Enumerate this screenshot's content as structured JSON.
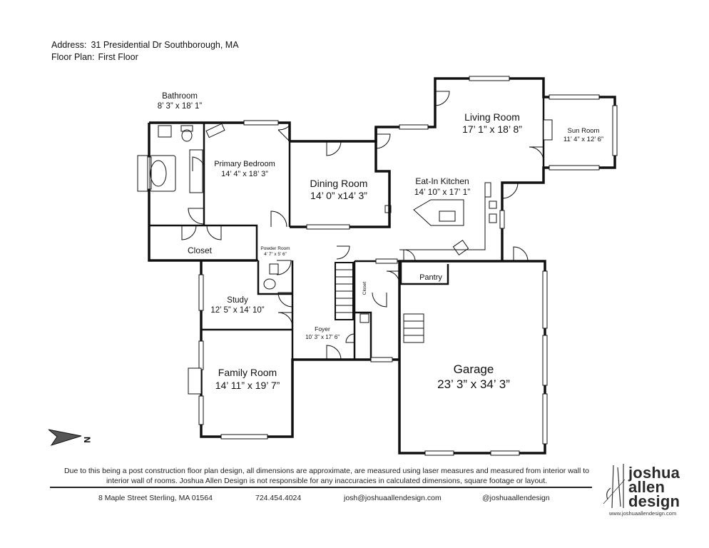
{
  "header": {
    "address_label": "Address:",
    "address_value": "31 Presidential Dr Southborough, MA",
    "floor_label": "Floor Plan:",
    "floor_value": "First Floor"
  },
  "rooms": {
    "bathroom": {
      "name": "Bathroom",
      "dims": "8’ 3” x 18’ 1”"
    },
    "primary_bedroom": {
      "name": "Primary Bedroom",
      "dims": "14’ 4” x 18’ 3”"
    },
    "dining_room": {
      "name": "Dining Room",
      "dims": "14’ 0” x14’ 3”"
    },
    "living_room": {
      "name": "Living Room",
      "dims": "17’ 1” x 18’ 8”"
    },
    "sun_room": {
      "name": "Sun Room",
      "dims": "11’ 4” x 12’ 6”"
    },
    "kitchen": {
      "name": "Eat-In Kitchen",
      "dims": "14’ 10” x 17’ 1”"
    },
    "closet": {
      "name": "Closet"
    },
    "powder_room": {
      "name": "Powder Room",
      "dims": "4’ 7” x 5’ 6”"
    },
    "pantry": {
      "name": "Pantry"
    },
    "hall_closet": {
      "name": "Closet"
    },
    "study": {
      "name": "Study",
      "dims": "12’ 5” x 14’ 10”"
    },
    "foyer": {
      "name": "Foyer",
      "dims": "10’ 3” x 17’ 6”"
    },
    "family_room": {
      "name": "Family Room",
      "dims": "14’ 11” x 19’ 7”"
    },
    "garage": {
      "name": "Garage",
      "dims": "23’ 3” x 34’ 3”"
    }
  },
  "north_label": "N",
  "disclaimer": "Due to this being a post construction floor plan design, all dimensions are approximate, are measured using laser measures and measured from interior wall to interior wall of rooms. Joshua Allen Design is not responsible for any inaccuracies in calculated dimensions, square footage or layout.",
  "footer": {
    "address": "8 Maple Street Sterling, MA 01564",
    "phone": "724.454.4024",
    "email": "josh@joshuaallendesign.com",
    "social": "@joshuaallendesign"
  },
  "logo": {
    "line1": "joshua",
    "line2": "allen",
    "line3": "design",
    "url": "www.joshuaallendesign.com"
  }
}
